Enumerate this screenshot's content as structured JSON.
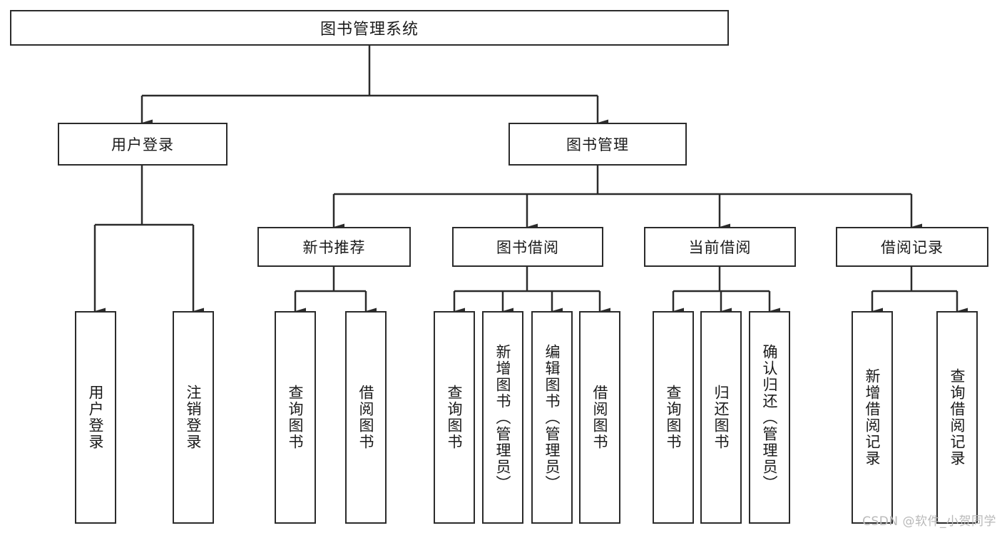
{
  "diagram": {
    "title": "图书管理系统",
    "watermark": "CSDN @软件_小贺同学",
    "line_color": "#2b2b2b",
    "box_fill": "#ffffff",
    "text_color": "#1a1a1a",
    "levels": {
      "root": {
        "label": "图书管理系统"
      },
      "level2": [
        {
          "label": "用户登录"
        },
        {
          "label": "图书管理"
        }
      ],
      "level3": [
        {
          "label": "新书推荐"
        },
        {
          "label": "图书借阅"
        },
        {
          "label": "当前借阅"
        },
        {
          "label": "借阅记录"
        }
      ],
      "leaves": [
        {
          "label": "用户登录",
          "parent": "用户登录"
        },
        {
          "label": "注销登录",
          "parent": "用户登录"
        },
        {
          "label": "查询图书",
          "parent": "新书推荐"
        },
        {
          "label": "借阅图书",
          "parent": "新书推荐"
        },
        {
          "label": "查询图书",
          "parent": "图书借阅"
        },
        {
          "label": "新增图书（管理员）",
          "parent": "图书借阅"
        },
        {
          "label": "编辑图书（管理员）",
          "parent": "图书借阅"
        },
        {
          "label": "借阅图书",
          "parent": "图书借阅"
        },
        {
          "label": "查询图书",
          "parent": "当前借阅"
        },
        {
          "label": "归还图书",
          "parent": "当前借阅"
        },
        {
          "label": "确认归还（管理员）",
          "parent": "当前借阅"
        },
        {
          "label": "新增借阅记录",
          "parent": "借阅记录"
        },
        {
          "label": "查询借阅记录",
          "parent": "借阅记录"
        }
      ]
    }
  }
}
